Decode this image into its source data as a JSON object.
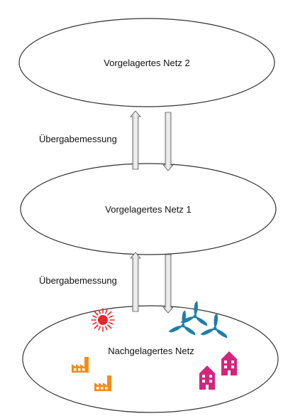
{
  "networks": {
    "upstream_2": {
      "label": "Vorgelagertes Netz 2"
    },
    "upstream_1": {
      "label": "Vorgelagertes Netz 1"
    },
    "downstream": {
      "label": "Nachgelagertes Netz"
    }
  },
  "transfer_points": [
    {
      "label": "Übergabemessung"
    },
    {
      "label": "Übergabemessung"
    }
  ],
  "icons": [
    "sun-icon",
    "wind-turbine-icon",
    "factory-icon",
    "house-icon"
  ],
  "colors": {
    "sun": "#e8262a",
    "wind": "#1f7ea8",
    "factory": "#f28c1a",
    "house": "#d3257e",
    "arrow_fill": "#e6e6e6",
    "outline": "#333333"
  }
}
